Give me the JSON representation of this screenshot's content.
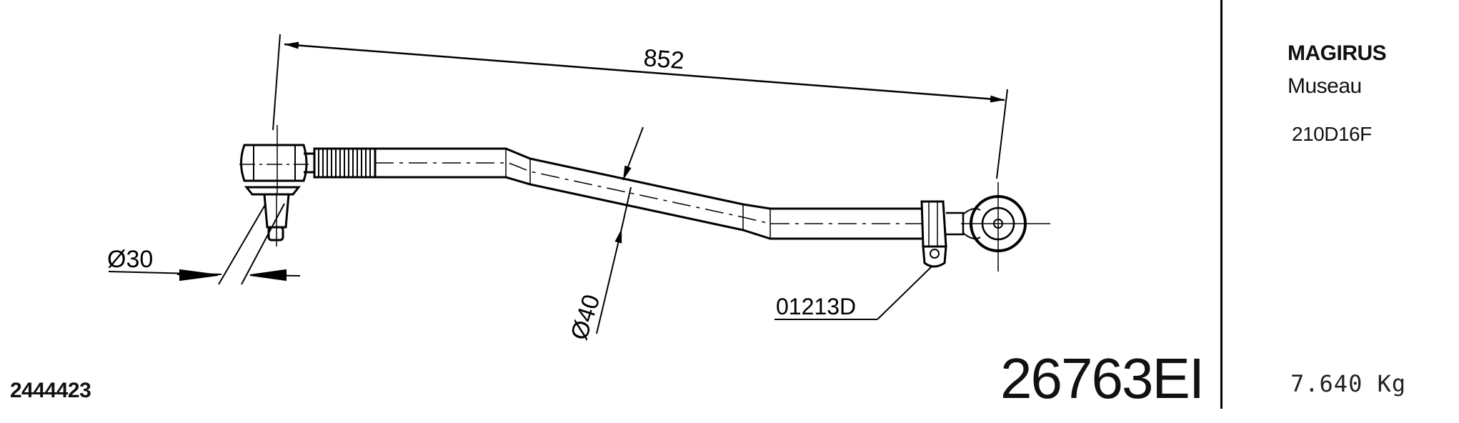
{
  "drawing": {
    "dimension_length": "852",
    "dimension_dia_end": "Ø30",
    "dimension_dia_tube": "Ø40",
    "callout_label": "01213D"
  },
  "info": {
    "manufacturer": "MAGIRUS",
    "model": "Museau",
    "variant": "210D16F",
    "weight": "7.640 Kg"
  },
  "left_code": "2444423",
  "part_number": "26763EI"
}
